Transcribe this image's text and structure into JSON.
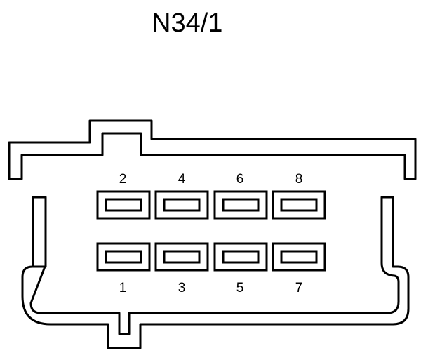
{
  "diagram": {
    "title": "N34/1",
    "top_row_pins": [
      "2",
      "4",
      "6",
      "8"
    ],
    "bottom_row_pins": [
      "1",
      "3",
      "5",
      "7"
    ]
  }
}
